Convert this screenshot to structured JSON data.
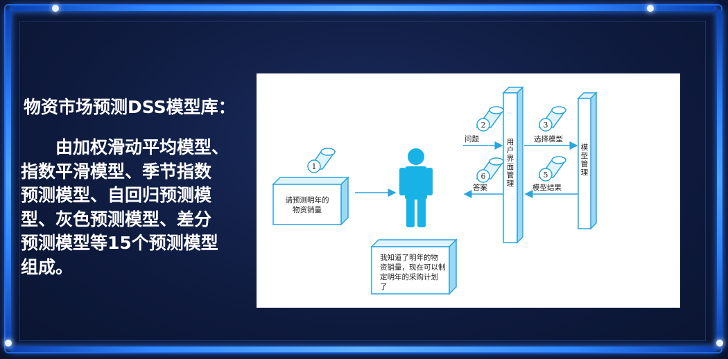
{
  "heading": "物资市场预测DSS模型库：",
  "body_lines": [
    "　　由加权滑动平均模型、",
    "指数平滑模型、季节指数",
    "预测模型、自回归预测模",
    "型、灰色预测模型、差分",
    "预测模型等15个预测模型",
    "组成。"
  ],
  "diagram": {
    "box_request": [
      "请预测明年的",
      "物资销量"
    ],
    "box_reply": [
      "我知道了明年的物",
      "资销量，现在可以制",
      "定明年的采购计划",
      "了"
    ],
    "ui_column": [
      "用",
      "户",
      "界",
      "面",
      "管",
      "理"
    ],
    "model_column": [
      "模",
      "型",
      "管",
      "理"
    ],
    "labels": {
      "question": "问题",
      "answer": "答案",
      "select_model": "选择模型",
      "model_result": "模型结果"
    },
    "steps": [
      "1",
      "2",
      "3",
      "5",
      "6"
    ]
  },
  "colors": {
    "frame_blue": "#2f86ff",
    "background": "#0e1a3d",
    "diagram_cyan": "#2aa4dd",
    "person_cyan": "#18b2e6"
  }
}
